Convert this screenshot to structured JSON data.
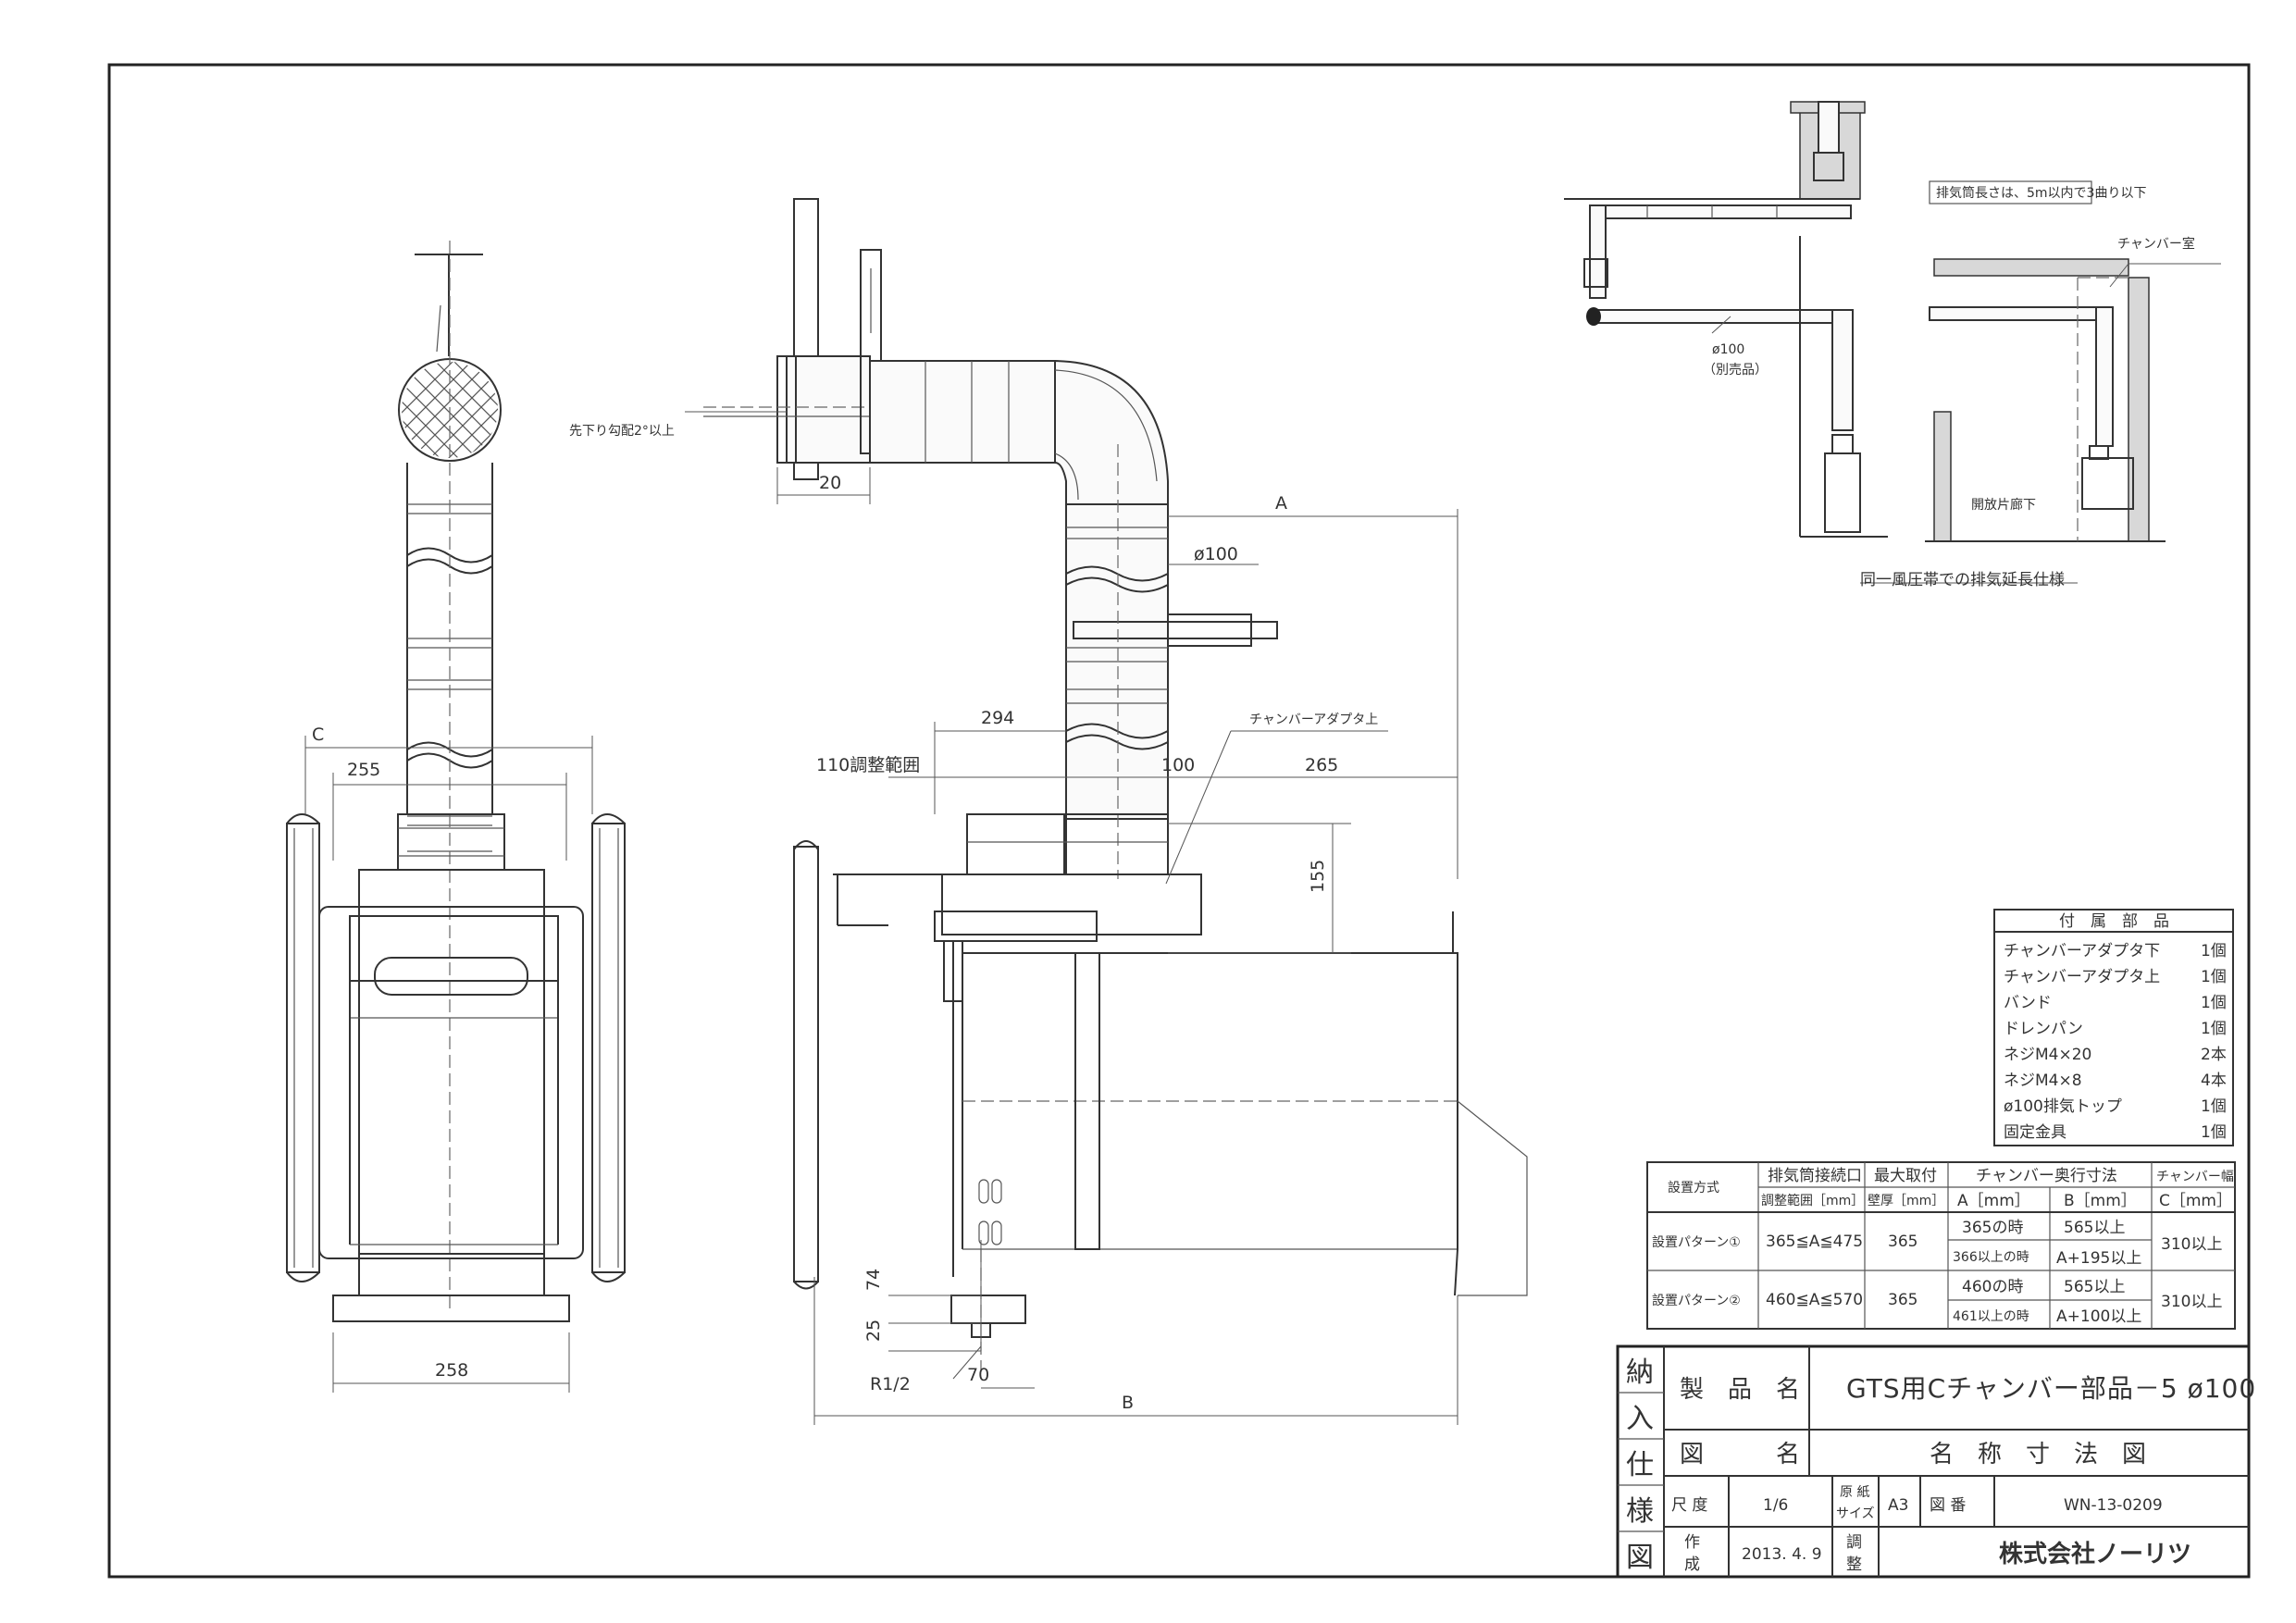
{
  "dimensions": {
    "A": "A",
    "B": "B",
    "C": "C",
    "d20": "20",
    "d100dia": "ø100",
    "d294": "294",
    "d110": "110調整範囲",
    "d100": "100",
    "d265": "265",
    "d155": "155",
    "d255": "255",
    "d258": "258",
    "d74": "74",
    "d25": "25",
    "d70": "70",
    "r12": "R1/2"
  },
  "annotations": {
    "slope": "先下り勾配2°以上",
    "chamber_adapter_upper": "チャンバーアダプタ上",
    "pipe_dia": "ø100",
    "sold_separately": "（別売品）",
    "exhaust_note": "排気筒長さは、5m以内で3曲り以下",
    "chamber_room": "チャンバー室",
    "corridor": "開放片廊下",
    "diagram_caption": "同一風圧帯での排気延長仕様"
  },
  "parts_table": {
    "title": "付　属　部　品",
    "rows": [
      {
        "name": "チャンバーアダプタ下",
        "qty": "1個"
      },
      {
        "name": "チャンバーアダプタ上",
        "qty": "1個"
      },
      {
        "name": "バンド",
        "qty": "1個"
      },
      {
        "name": "ドレンパン",
        "qty": "1個"
      },
      {
        "name": "ネジM4×20",
        "qty": "2本"
      },
      {
        "name": "ネジM4×8",
        "qty": "4本"
      },
      {
        "name": "ø100排気トップ",
        "qty": "1個"
      },
      {
        "name": "固定金具",
        "qty": "1個"
      }
    ]
  },
  "spec_table": {
    "h_method": "設置方式",
    "h_conn": "排気筒接続口",
    "h_conn_sub": "調整範囲［mm］",
    "h_max": "最大取付",
    "h_max_sub": "壁厚［mm］",
    "h_depth": "チャンバー奥行寸法",
    "h_a": "A［mm］",
    "h_b": "B［mm］",
    "h_width": "チャンバー幅",
    "h_c": "C［mm］",
    "p1_name": "設置パターン①",
    "p1_range": "365≦A≦475",
    "p1_wall": "365",
    "p1_a1": "365の時",
    "p1_b1": "565以上",
    "p1_a2": "366以上の時",
    "p1_b2": "A+195以上",
    "p1_c": "310以上",
    "p2_name": "設置パターン②",
    "p2_range": "460≦A≦570",
    "p2_wall": "365",
    "p2_a1": "460の時",
    "p2_b1": "565以上",
    "p2_a2": "461以上の時",
    "p2_b2": "A+100以上",
    "p2_c": "310以上"
  },
  "title_block": {
    "vertical": [
      "納",
      "入",
      "仕",
      "様",
      "図"
    ],
    "product_label": "製　品　名",
    "product": "GTS用Cチャンバー部品－5 ø100",
    "drawing_label": "図　　　名",
    "drawing": "名　称　寸　法　図",
    "scale_label": "尺 度",
    "scale": "1/6",
    "paper_label_1": "原 紙",
    "paper_label_2": "サイズ",
    "paper": "A3",
    "number_label": "図 番",
    "number": "WN-13-0209",
    "made_label_1": "作",
    "made_label_2": "成",
    "date": "2013. 4. 9",
    "adjust_1": "調",
    "adjust_2": "整",
    "company": "株式会社ノーリツ"
  }
}
